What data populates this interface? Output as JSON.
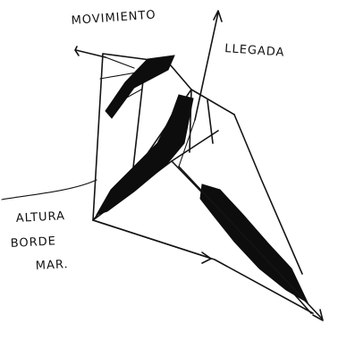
{
  "labels": {
    "movement": "MOVIMIENTO",
    "arrival": "LLEGADA",
    "height_line1": "ALTURA",
    "height_line2": "BORDE",
    "height_line3": "MAR."
  },
  "colors": {
    "ink": "#111111",
    "paper": "#ffffff"
  }
}
